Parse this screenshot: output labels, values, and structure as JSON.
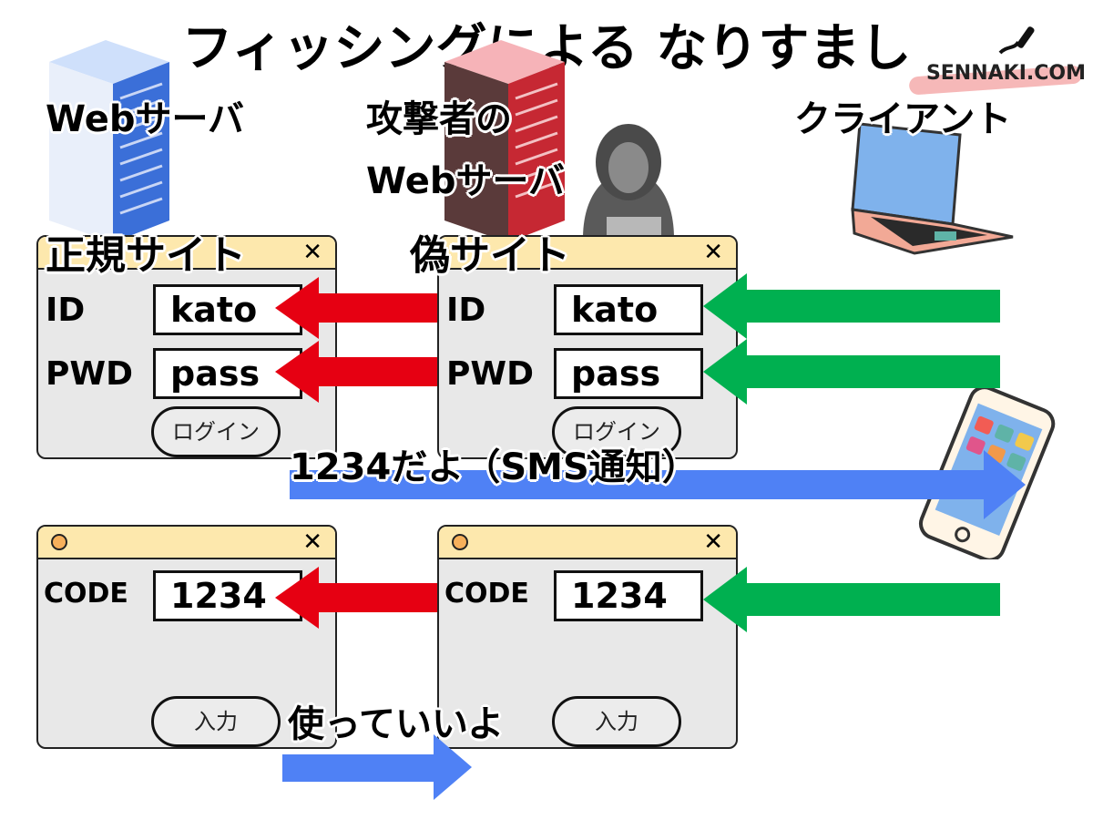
{
  "title": "フィッシングによる なりすまし",
  "brand": "SENNAKI.COM",
  "labels": {
    "web_server": "Webサーバ",
    "attacker_line1": "攻撃者の",
    "attacker_line2": "Webサーバ",
    "client": "クライアント",
    "legit_site": "正規サイト",
    "fake_site": "偽サイト"
  },
  "login_form": {
    "id_label": "ID",
    "id_value": "kato",
    "pwd_label": "PWD",
    "pwd_value": "pass",
    "button": "ログイン"
  },
  "code_form": {
    "code_label": "CODE",
    "code_value": "1234",
    "button": "入力"
  },
  "messages": {
    "sms": "1234だよ（SMS通知）",
    "ok": "使っていいよ"
  },
  "colors": {
    "attacker_arrow": "#e60012",
    "client_arrow": "#00b050",
    "notify_arrow": "#4f81f5",
    "titlebar": "#fde8ad",
    "window_bg": "#e8e8e8"
  }
}
